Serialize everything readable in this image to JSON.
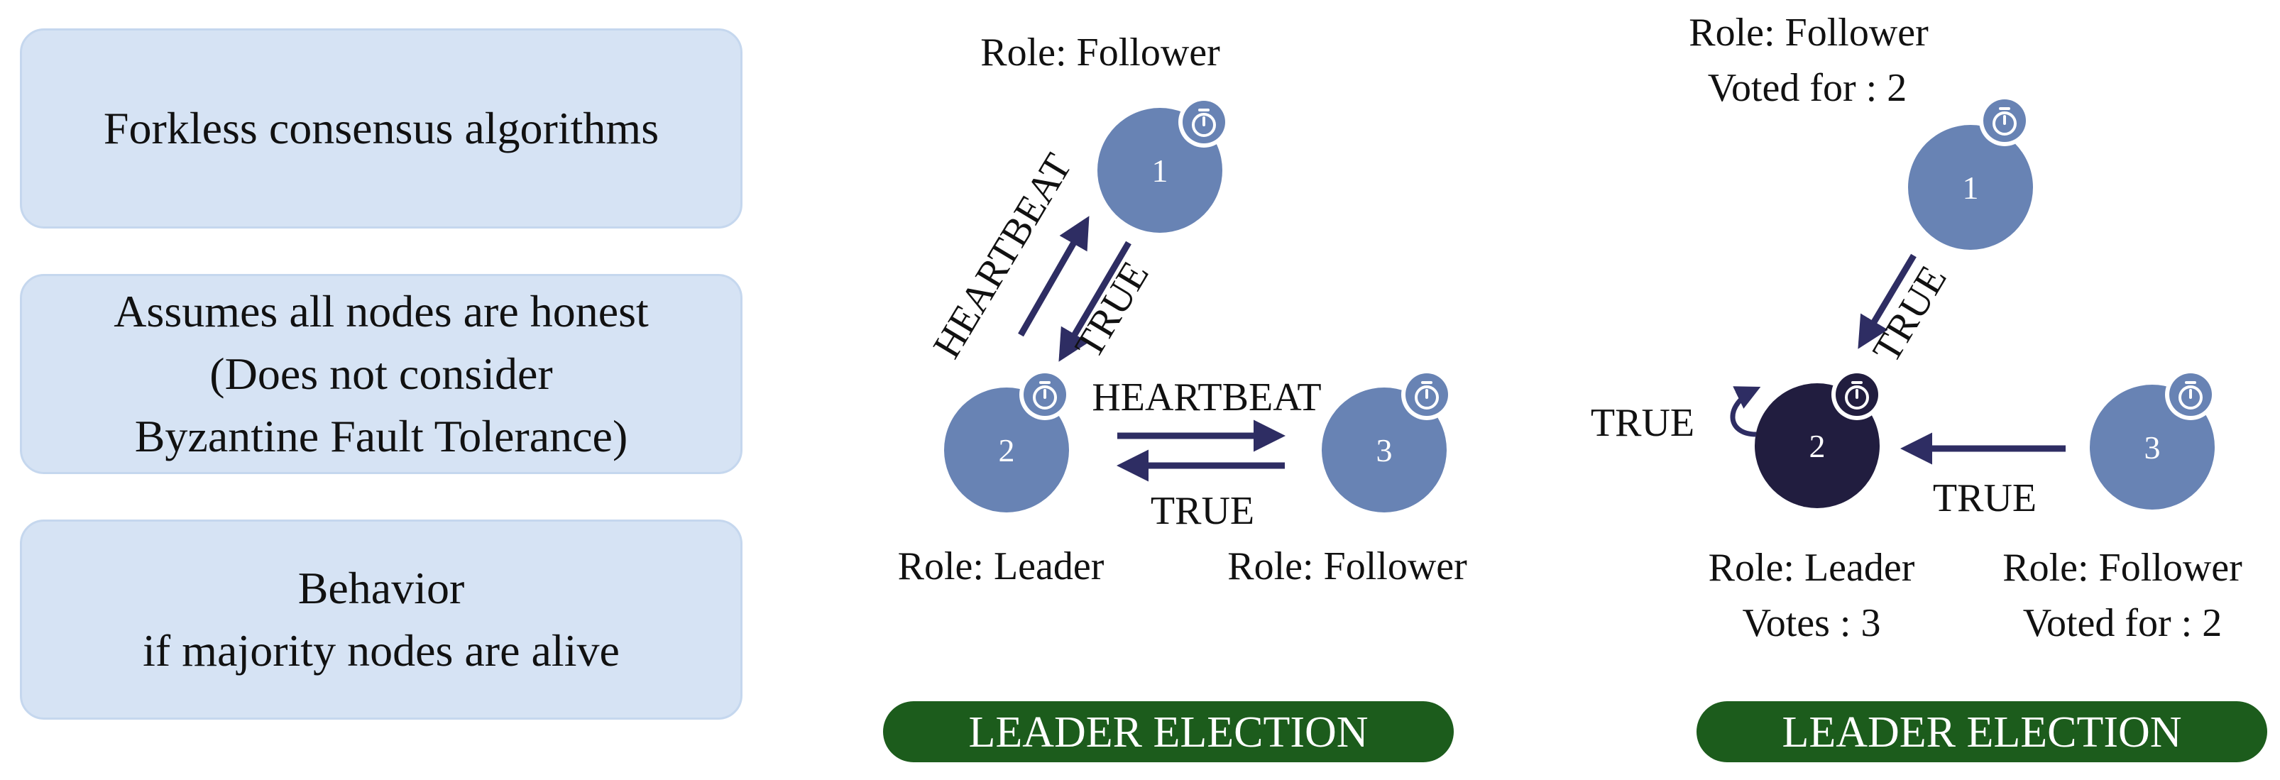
{
  "cards": [
    {
      "lines": [
        "Forkless consensus algorithms"
      ]
    },
    {
      "lines": [
        "Assumes all nodes are honest",
        "(Does not consider",
        "Byzantine Fault Tolerance)"
      ]
    },
    {
      "lines": [
        "Behavior",
        "if majority nodes are alive"
      ]
    }
  ],
  "panel1": {
    "node1": {
      "id": "1",
      "role": "Role: Follower"
    },
    "node2": {
      "id": "2",
      "role": "Role: Leader"
    },
    "node3": {
      "id": "3",
      "role": "Role: Follower"
    },
    "msg_heartbeat_1": "HEARTBEAT",
    "msg_true_1": "TRUE",
    "msg_heartbeat_3": "HEARTBEAT",
    "msg_true_3": "TRUE",
    "badge": "LEADER ELECTION"
  },
  "panel2": {
    "node1": {
      "id": "1",
      "role": "Role: Follower",
      "extra": "Voted for : 2"
    },
    "node2": {
      "id": "2",
      "role": "Role: Leader",
      "extra": "Votes : 3"
    },
    "node3": {
      "id": "3",
      "role": "Role: Follower",
      "extra": "Voted for : 2"
    },
    "msg_true_1": "TRUE",
    "msg_true_self": "TRUE",
    "msg_true_3": "TRUE",
    "badge": "LEADER ELECTION"
  },
  "colors": {
    "node": "#6883b4",
    "leader_node": "#211d3f",
    "arrow": "#2e2d63",
    "badge": "#1c5c1c",
    "card": "#d6e3f4"
  },
  "icons": [
    "timer-icon"
  ]
}
